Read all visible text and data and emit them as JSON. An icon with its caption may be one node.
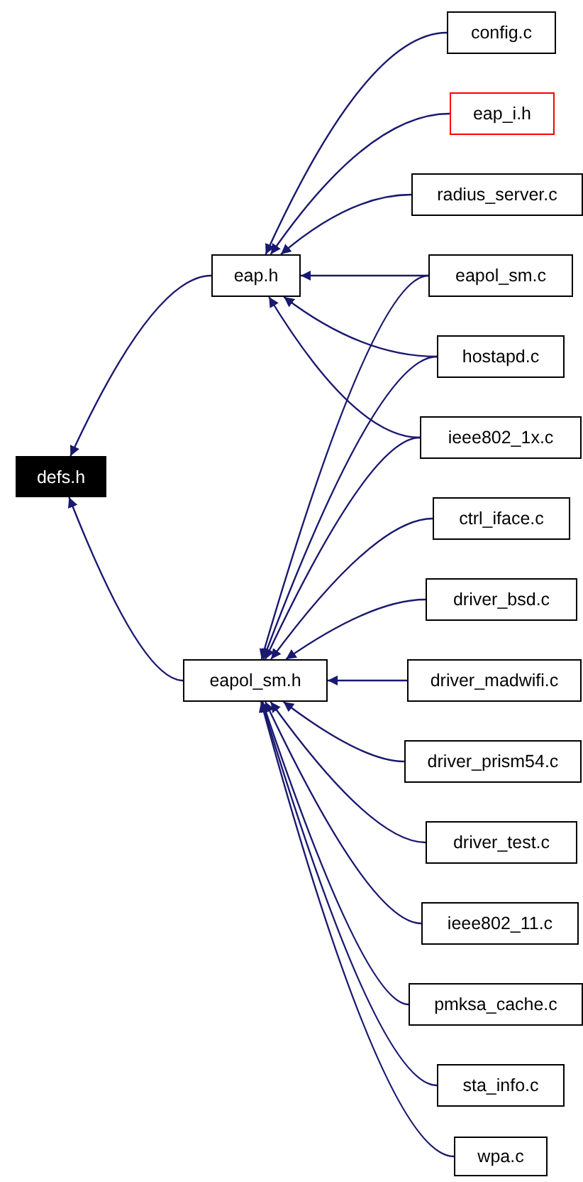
{
  "diagram": {
    "nodes": [
      {
        "text": [
          "config.c"
        ]
      },
      {
        "text": [
          "eap_i.h"
        ]
      },
      {
        "text": [
          "radius_server.c"
        ]
      },
      {
        "text": [
          "eap.h"
        ]
      },
      {
        "text": [
          "eapol_sm.c"
        ]
      },
      {
        "text": [
          "hostapd.c"
        ]
      },
      {
        "text": [
          "ieee802_1x.c"
        ]
      },
      {
        "text": [
          "defs.h"
        ]
      },
      {
        "text": [
          "ctrl_iface.c"
        ]
      },
      {
        "text": [
          "driver_bsd.c"
        ]
      },
      {
        "text": [
          "eapol_sm.h"
        ]
      },
      {
        "text": [
          "driver_madwifi.c"
        ]
      },
      {
        "text": [
          "driver_prism54.c"
        ]
      },
      {
        "text": [
          "driver_test.c"
        ]
      },
      {
        "text": [
          "ieee802_11.c"
        ]
      },
      {
        "text": [
          "pmksa_cache.c"
        ]
      },
      {
        "text": [
          "sta_info.c"
        ]
      },
      {
        "text": [
          "wpa.c"
        ]
      }
    ],
    "edges": [
      {
        "from": 3,
        "to": 7,
        "arrow": "to"
      },
      {
        "from": 10,
        "to": 7,
        "arrow": "to"
      },
      {
        "from": 0,
        "to": 3,
        "arrow": "to"
      },
      {
        "from": 1,
        "to": 3,
        "arrow": "to"
      },
      {
        "from": 2,
        "to": 3,
        "arrow": "to"
      },
      {
        "from": 4,
        "to": 3,
        "arrow": "to"
      },
      {
        "from": 5,
        "to": 3,
        "arrow": "to"
      },
      {
        "from": 6,
        "to": 3,
        "arrow": "to"
      },
      {
        "from": 4,
        "to": 10,
        "arrow": "to"
      },
      {
        "from": 5,
        "to": 10,
        "arrow": "to"
      },
      {
        "from": 6,
        "to": 10,
        "arrow": "to"
      },
      {
        "from": 8,
        "to": 10,
        "arrow": "to"
      },
      {
        "from": 9,
        "to": 10,
        "arrow": "to"
      },
      {
        "from": 11,
        "to": 10,
        "arrow": "to"
      },
      {
        "from": 12,
        "to": 10,
        "arrow": "to"
      },
      {
        "from": 13,
        "to": 10,
        "arrow": "to"
      },
      {
        "from": 14,
        "to": 10,
        "arrow": "to"
      },
      {
        "from": 15,
        "to": 10,
        "arrow": "to"
      },
      {
        "from": 16,
        "to": 10,
        "arrow": "to"
      },
      {
        "from": 17,
        "to": 10,
        "arrow": "to"
      }
    ]
  }
}
